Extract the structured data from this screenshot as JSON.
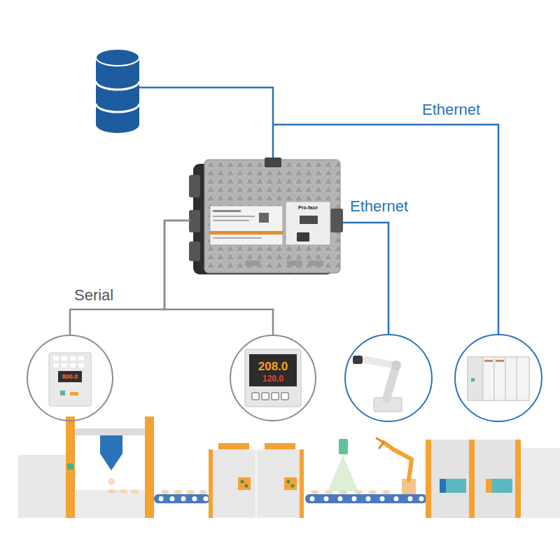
{
  "diagram": {
    "nodes": [
      {
        "text": [
          "Pro-face"
        ]
      },
      {
        "text": [
          "800.0"
        ]
      },
      {
        "text": [
          "208.0",
          "120.0"
        ]
      }
    ],
    "edges": [
      {
        "from": 0,
        "to": 1,
        "arrow": "none",
        "label": "Serial"
      },
      {
        "from": 0,
        "to": 2,
        "arrow": "none"
      }
    ],
    "labels": [
      "Ethernet",
      "Ethernet"
    ]
  }
}
